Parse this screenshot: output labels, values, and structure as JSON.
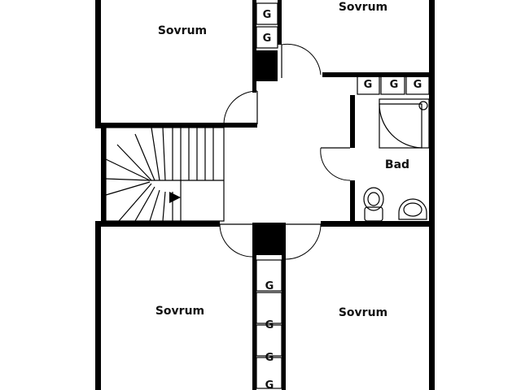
{
  "rooms": {
    "bedroom_top_left": "Sovrum",
    "bedroom_top_right": "Sovrum",
    "bedroom_bottom_left": "Sovrum",
    "bedroom_bottom_right": "Sovrum",
    "bathroom": "Bad"
  },
  "wardrobe_label": "G",
  "wardrobes": {
    "top_column": [
      "G",
      "G"
    ],
    "top_row": [
      "G",
      "G",
      "G"
    ],
    "bottom_column": [
      "G",
      "G",
      "G",
      "G"
    ]
  },
  "colors": {
    "wall": "#000000",
    "background": "#ffffff"
  }
}
